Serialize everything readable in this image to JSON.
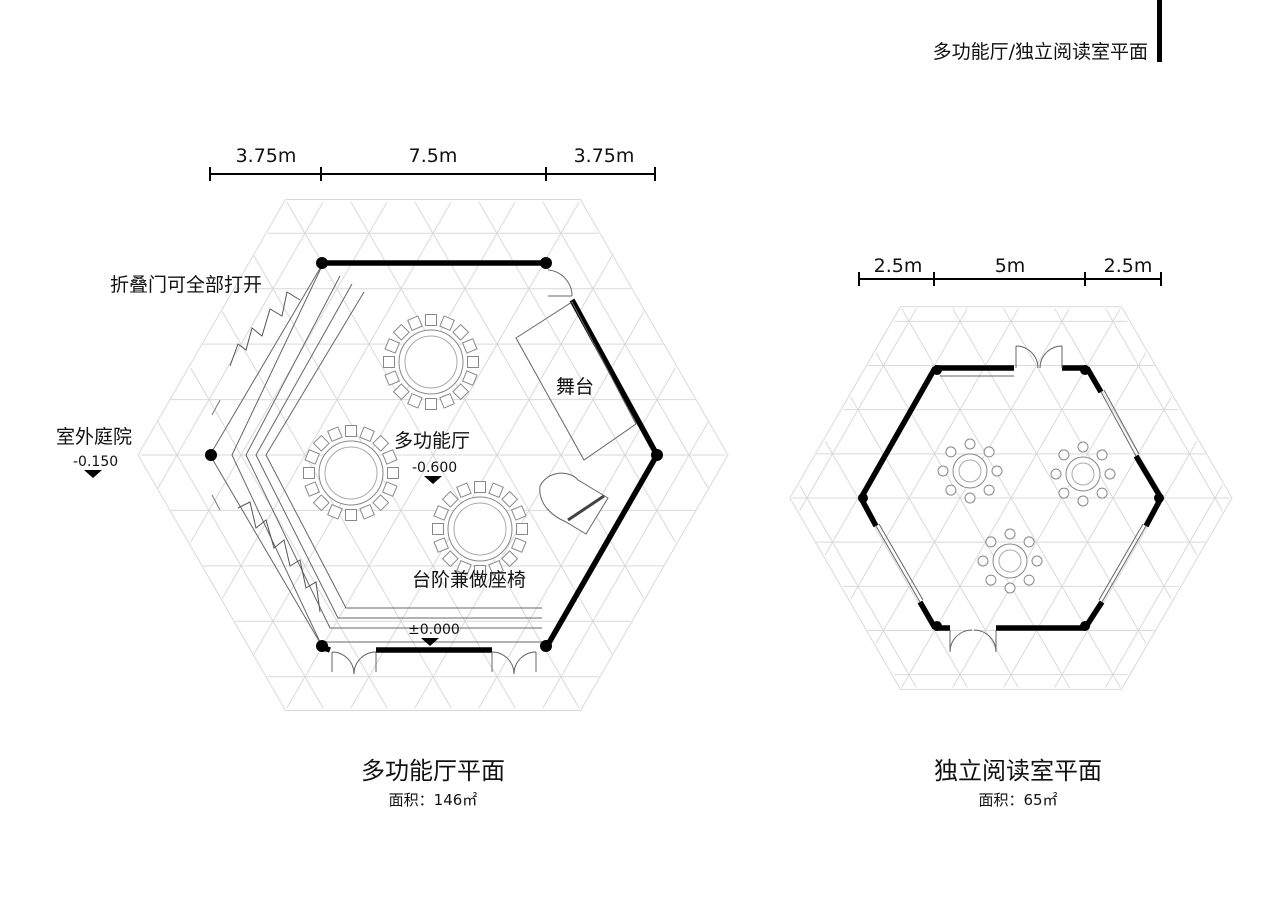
{
  "header": {
    "title": "多功能厅/独立阅读室平面"
  },
  "plan_left": {
    "dimensions": [
      "3.75m",
      "7.5m",
      "3.75m"
    ],
    "labels": {
      "folding_door": "折叠门可全部打开",
      "courtyard": "室外庭院",
      "courtyard_level": "-0.150",
      "hall": "多功能厅",
      "hall_level": "-0.600",
      "stage": "舞台",
      "steps": "台阶兼做座椅",
      "entry_level": "±0.000"
    },
    "title": "多功能厅平面",
    "area": "面积：146㎡"
  },
  "plan_right": {
    "dimensions": [
      "2.5m",
      "5m",
      "2.5m"
    ],
    "title": "独立阅读室平面",
    "area": "面积：65㎡"
  },
  "colors": {
    "wall": "#000000",
    "grid": "#d9d9d9",
    "furniture": "#888888"
  }
}
